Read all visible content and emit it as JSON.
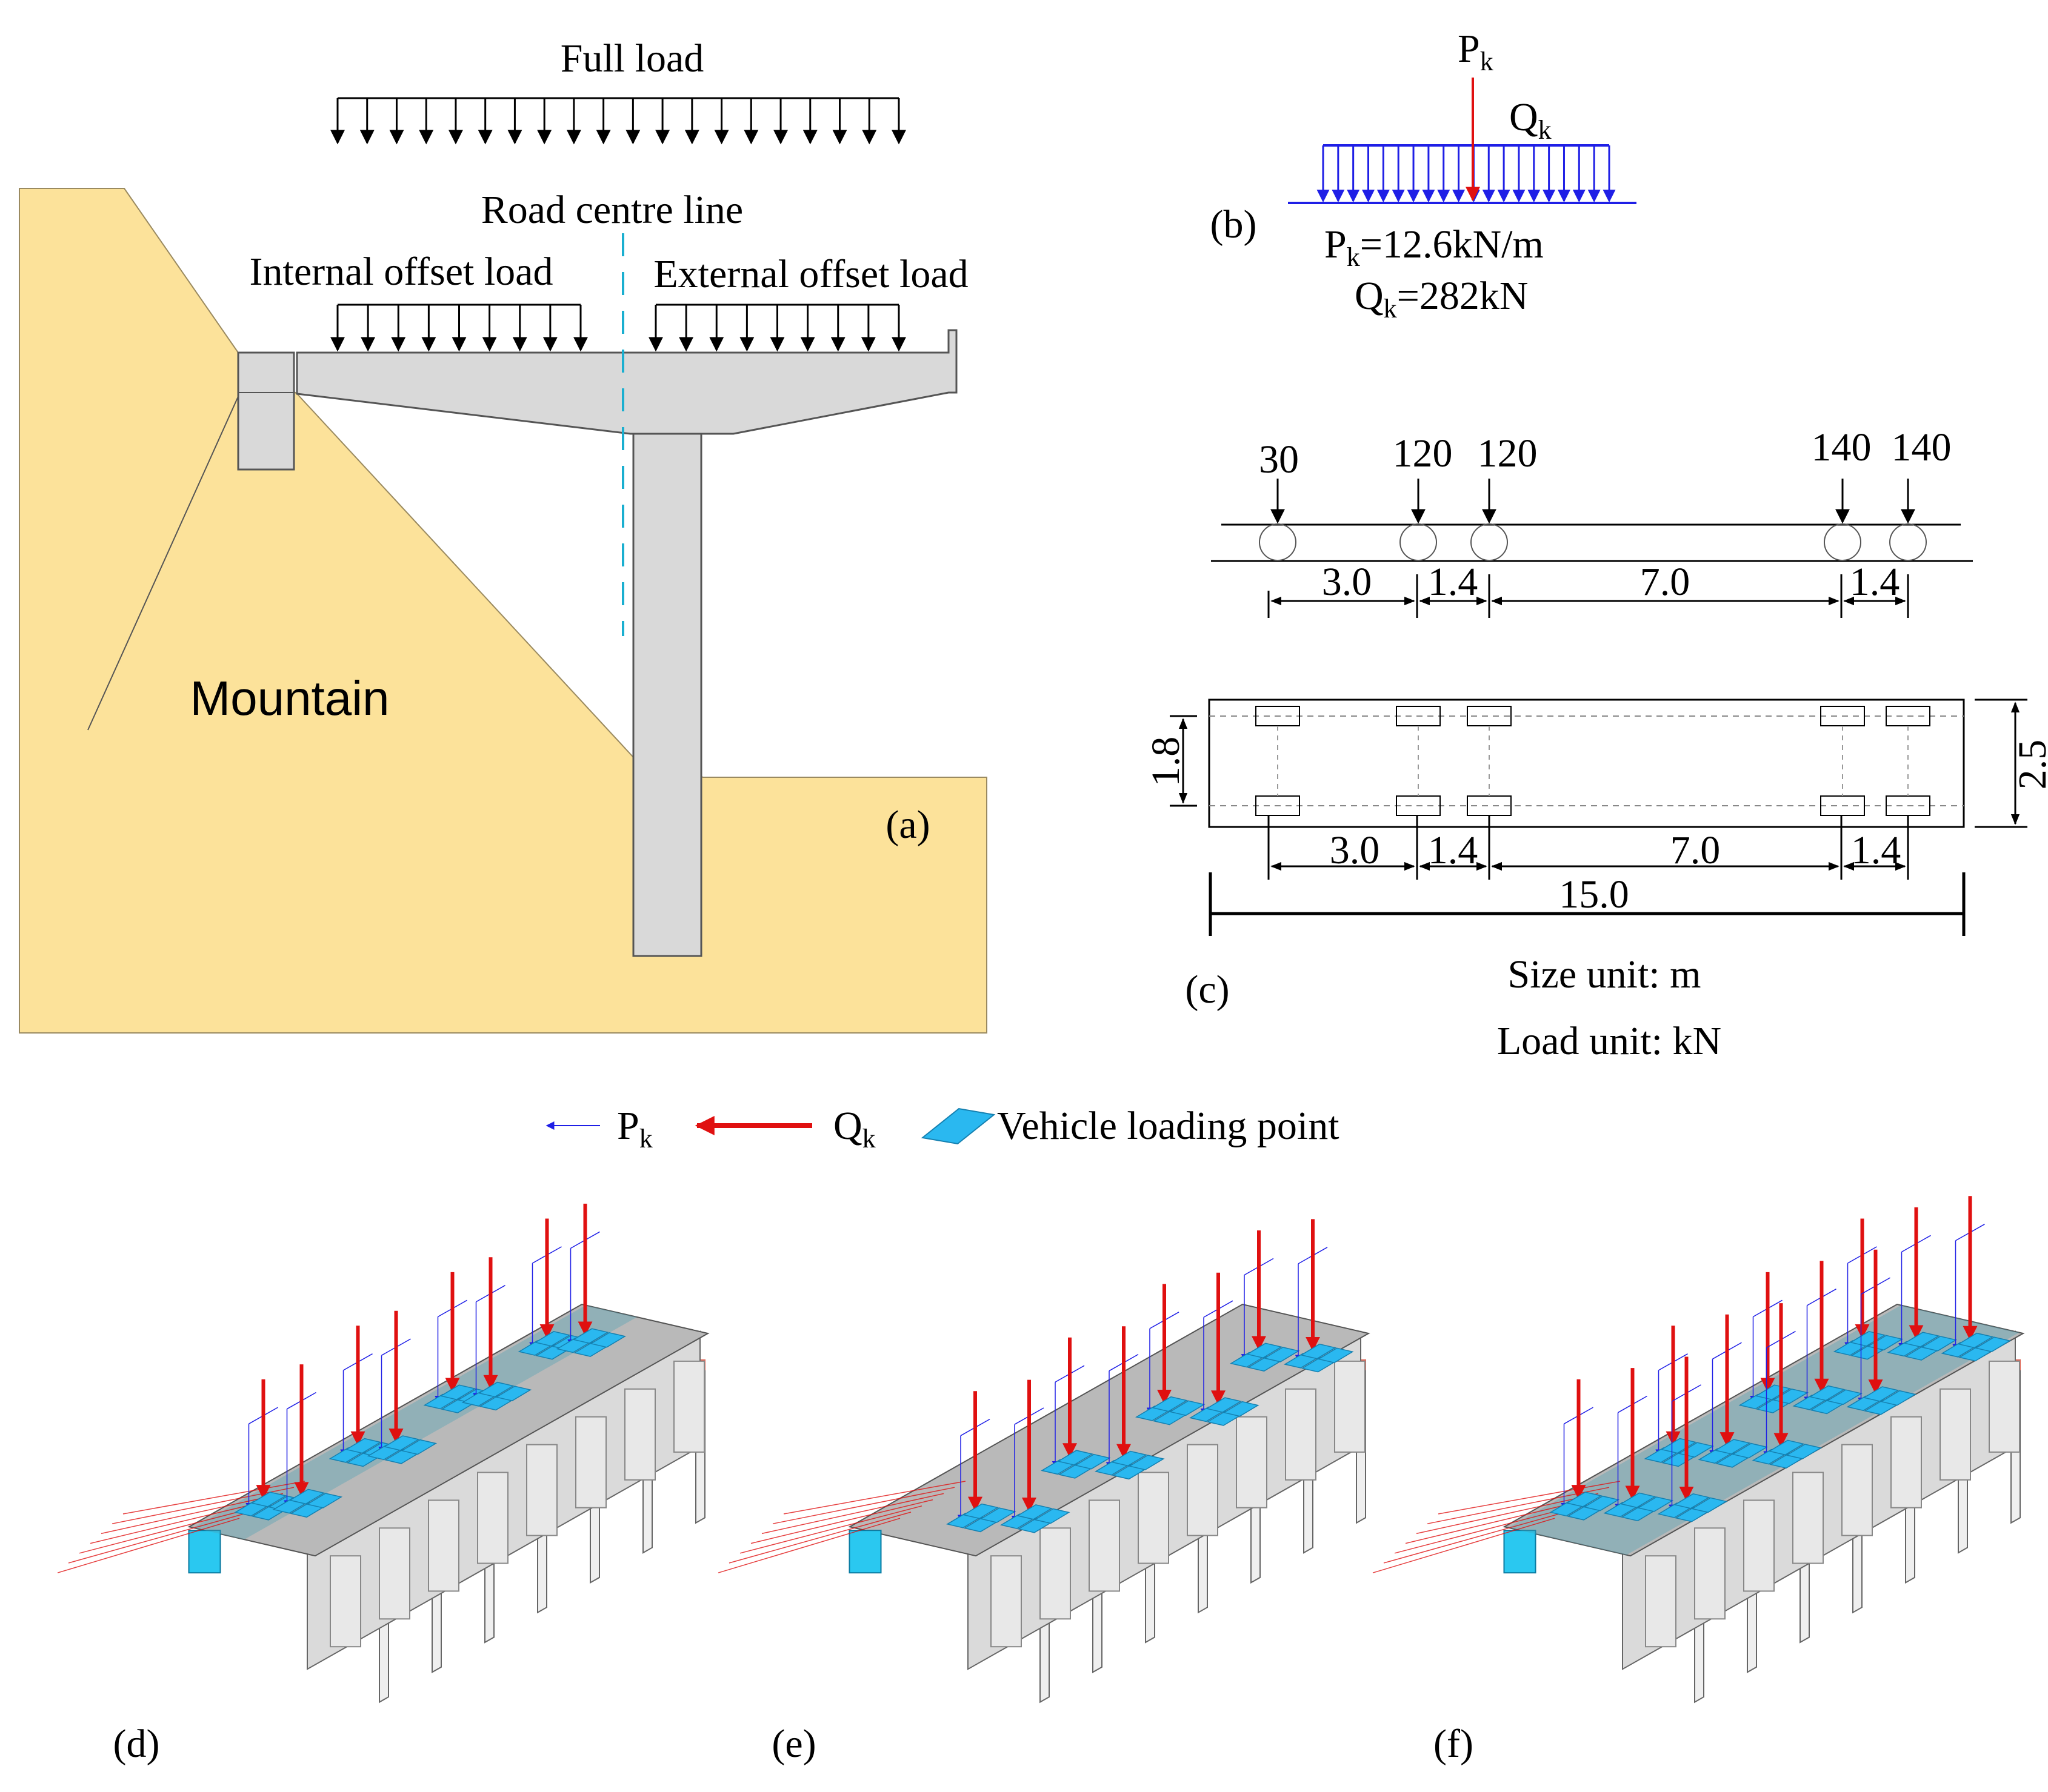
{
  "panel_a": {
    "label": "(a)",
    "full_load": "Full load",
    "road_centre_line": "Road centre line",
    "internal_offset_load": "Internal offset load",
    "external_offset_load": "External offset load",
    "mountain": "Mountain"
  },
  "panel_b": {
    "label": "(b)",
    "p_symbol": "P",
    "q_symbol": "Q",
    "subscript": "k",
    "p_value": "=12.6kN/m",
    "q_value": "=282kN"
  },
  "panel_c": {
    "label": "(c)",
    "axle_loads": [
      "30",
      "120",
      "120",
      "140",
      "140"
    ],
    "axle_spacings": [
      "3.0",
      "1.4",
      "7.0",
      "1.4"
    ],
    "plan_spacings": [
      "3.0",
      "1.4",
      "7.0",
      "1.4"
    ],
    "total_length": "15.0",
    "track_width": "1.8",
    "vehicle_width": "2.5",
    "size_unit": "Size unit: m",
    "load_unit": "Load unit: kN"
  },
  "legend": {
    "p_symbol": "P",
    "q_symbol": "Q",
    "subscript": "k",
    "vehicle_label": "Vehicle loading point"
  },
  "panel_labels": {
    "d": "(d)",
    "e": "(e)",
    "f": "(f)"
  },
  "colors": {
    "mountain": "#FCE29A",
    "concrete": "#D9D9D9",
    "centre_line": "#1AAFD0",
    "distributed_load": "#1F1FE6",
    "point_load": "#E01010",
    "vehicle_patch": "#2AB8F0"
  }
}
